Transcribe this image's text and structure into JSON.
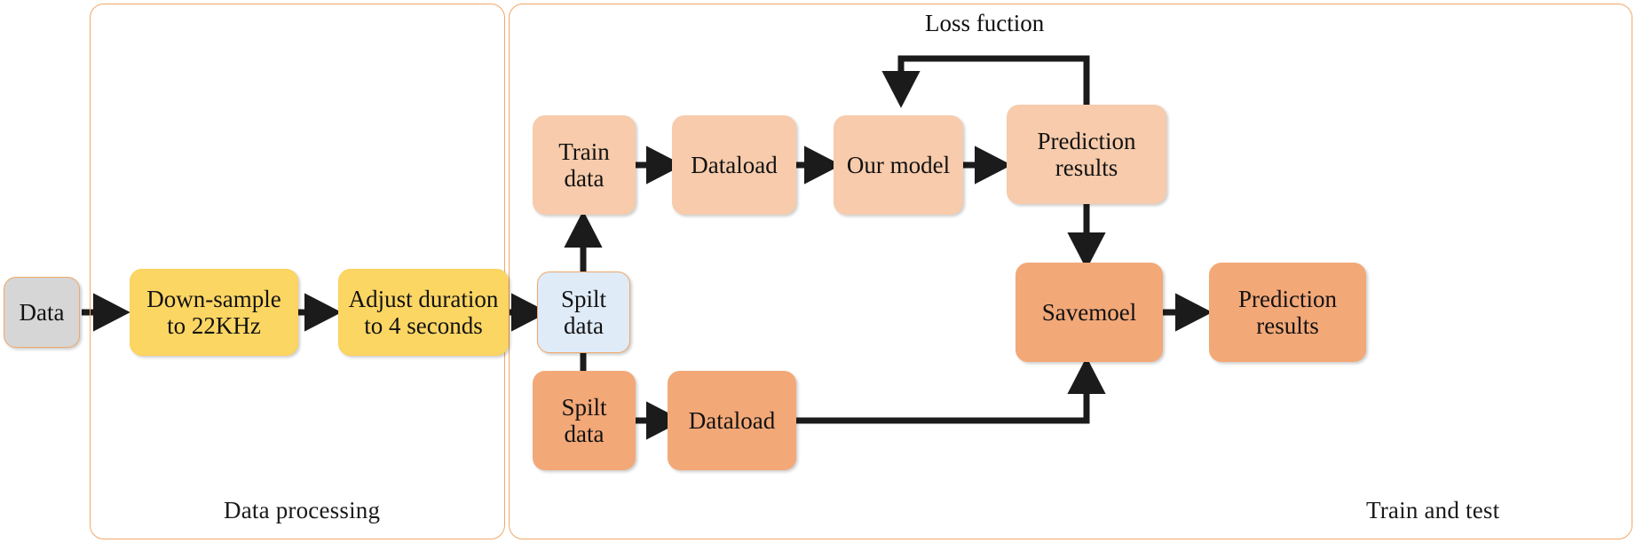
{
  "figure": {
    "type": "flowchart",
    "title": "",
    "background": "#ffffff"
  },
  "panels": [
    {
      "id": "data-processing",
      "label": "Data processing",
      "border_color": "#f0a868"
    },
    {
      "id": "train-and-test",
      "label": "Train and test",
      "border_color": "#f0a868"
    }
  ],
  "nodes": [
    {
      "id": "data",
      "label": "Data",
      "color": "#d6d6d6",
      "border": "#f0a868",
      "group": "input"
    },
    {
      "id": "downsample",
      "label": "Down-sample\nto 22KHz",
      "color": "#fcd663",
      "border": "#fbd05a",
      "group": "data-processing"
    },
    {
      "id": "adjust-duration",
      "label": "Adjust duration\nto 4 seconds",
      "color": "#fcd663",
      "border": "#fbd05a",
      "group": "data-processing"
    },
    {
      "id": "spilt-data",
      "label": "Spilt\ndata",
      "color": "#dfebf7",
      "border": "#f0a868",
      "group": "train-and-test"
    },
    {
      "id": "train-data",
      "label": "Train\ndata",
      "color": "#f7cbab",
      "border": "#f7cbab",
      "group": "train-and-test"
    },
    {
      "id": "dataload-train",
      "label": "Dataload",
      "color": "#f7cbab",
      "border": "#f7cbab",
      "group": "train-and-test"
    },
    {
      "id": "our-model",
      "label": "Our model",
      "color": "#f7cbab",
      "border": "#f7cbab",
      "group": "train-and-test"
    },
    {
      "id": "prediction-top",
      "label": "Prediction\nresults",
      "color": "#f7cbab",
      "border": "#f7cbab",
      "group": "train-and-test"
    },
    {
      "id": "spilt-data-test",
      "label": "Spilt\ndata",
      "color": "#f3a878",
      "border": "#f3a878",
      "group": "train-and-test"
    },
    {
      "id": "dataload-test",
      "label": "Dataload",
      "color": "#f3a878",
      "border": "#f3a878",
      "group": "train-and-test"
    },
    {
      "id": "savemoel",
      "label": "Savemoel",
      "color": "#f3a878",
      "border": "#f3a878",
      "group": "train-and-test"
    },
    {
      "id": "prediction-final",
      "label": "Prediction\nresults",
      "color": "#f3a878",
      "border": "#f3a878",
      "group": "train-and-test"
    }
  ],
  "edge_labels": [
    {
      "id": "loss-function",
      "label": "Loss fuction"
    }
  ],
  "edges": [
    {
      "from": "data",
      "to": "downsample",
      "arrow": true
    },
    {
      "from": "downsample",
      "to": "adjust-duration",
      "arrow": true
    },
    {
      "from": "adjust-duration",
      "to": "spilt-data",
      "arrow": true
    },
    {
      "from": "spilt-data",
      "to": "train-data",
      "arrow": true
    },
    {
      "from": "spilt-data",
      "to": "spilt-data-test",
      "arrow": true
    },
    {
      "from": "train-data",
      "to": "dataload-train",
      "arrow": true
    },
    {
      "from": "dataload-train",
      "to": "our-model",
      "arrow": true
    },
    {
      "from": "our-model",
      "to": "prediction-top",
      "arrow": true
    },
    {
      "from": "prediction-top",
      "to": "our-model",
      "arrow": true,
      "label": "Loss fuction",
      "routing": "feedback-top"
    },
    {
      "from": "prediction-top",
      "to": "savemoel",
      "arrow": true
    },
    {
      "from": "savemoel",
      "to": "prediction-final",
      "arrow": true
    },
    {
      "from": "spilt-data-test",
      "to": "dataload-test",
      "arrow": true
    },
    {
      "from": "dataload-test",
      "to": "savemoel",
      "arrow": true,
      "routing": "elbow-up"
    }
  ]
}
